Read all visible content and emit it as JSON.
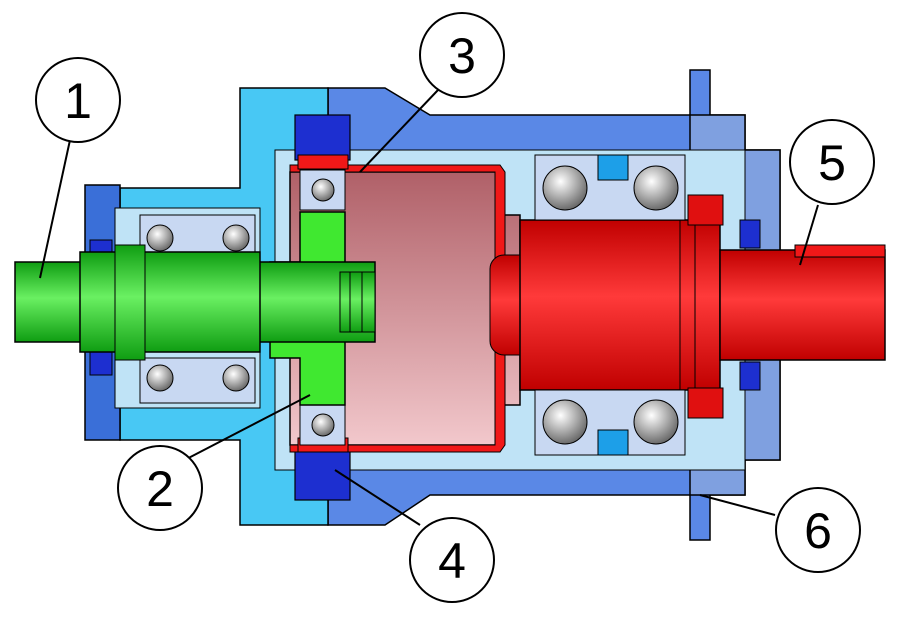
{
  "colors": {
    "background": "#ffffff",
    "housing_dark_blue": "#3a6fd8",
    "housing_light_blue": "#48c8f4",
    "housing_mid_blue": "#5a88e6",
    "housing_slate": "#7fa0e0",
    "inner_pale_blue": "#bfe3f6",
    "bearing_race": "#c8d8f2",
    "ball_gray": "#9a9a9a",
    "seal_navy": "#1d2fd0",
    "input_shaft_green": "#25c41f",
    "flexspline_green": "#40e830",
    "output_red": "#f01818",
    "cup_pink": "#e8a0a6",
    "outline": "#000000"
  },
  "callouts": [
    {
      "id": "1",
      "label": "1"
    },
    {
      "id": "2",
      "label": "2"
    },
    {
      "id": "3",
      "label": "3"
    },
    {
      "id": "4",
      "label": "4"
    },
    {
      "id": "5",
      "label": "5"
    },
    {
      "id": "6",
      "label": "6"
    }
  ]
}
